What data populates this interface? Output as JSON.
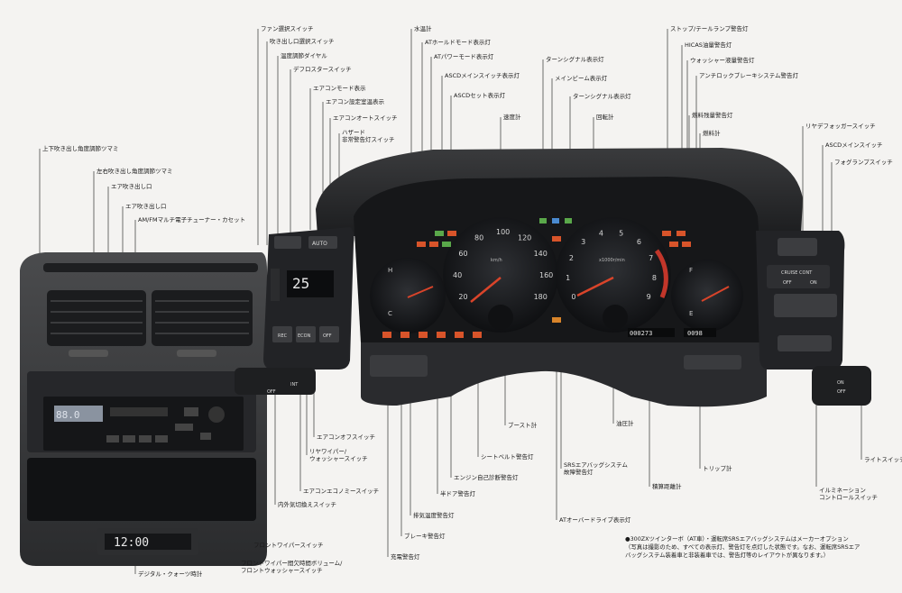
{
  "labels": {
    "fan_switch": "ファン選択スイッチ",
    "vent_select_switch": "吹き出し口選択スイッチ",
    "temp_dial": "温度調節ダイヤル",
    "defroster_switch": "デフロスタースイッチ",
    "ac_mode_display": "エアコンモード表示",
    "ac_temp_display": "エアコン設定室温表示",
    "ac_auto_switch": "エアコンオートスイッチ",
    "hazard_switch_1": "ハザード",
    "hazard_switch_2": "非常警告灯スイッチ",
    "updown_vent_knob": "上下吹き出し角度調節ツマミ",
    "lr_vent_knob": "左右吹き出し角度調節ツマミ",
    "air_vent_1": "エア吹き出し口",
    "air_vent_2": "エア吹き出し口",
    "radio": "AM/FMマルチ電子チューナー・カセット",
    "water_temp": "水温計",
    "at_hold": "ATホールドモード表示灯",
    "at_power": "ATパワーモード表示灯",
    "ascd_main_ind": "ASCDメインスイッチ表示灯",
    "ascd_set_ind": "ASCDセット表示灯",
    "speedometer": "速度計",
    "turn_signal_1": "ターンシグナル表示灯",
    "main_beam": "メインビーム表示灯",
    "turn_signal_2": "ターンシグナル表示灯",
    "tachometer": "回転計",
    "stop_tail_warn": "ストップ/テールランプ警告灯",
    "hicas_warn": "HICAS油量警告灯",
    "washer_warn": "ウォッシャー液量警告灯",
    "abs_warn": "アンチロックブレーキシステム警告灯",
    "fuel_warn": "燃料残量警告灯",
    "fuel_gauge": "燃料計",
    "rear_defog": "リヤデフォッガースイッチ",
    "ascd_main_sw": "ASCDメインスイッチ",
    "fog_lamp_sw": "フォグランプスイッチ",
    "ac_off_sw": "エアコンオフスイッチ",
    "rear_wiper_1": "リヤワイパー/",
    "rear_wiper_2": "ウォッシャースイッチ",
    "ac_eco_sw": "エアコンエコノミースイッチ",
    "recirc_sw": "内外気切換えスイッチ",
    "front_wiper": "フロントワイパースイッチ",
    "wiper_vol_1": "フロントワイパー間欠時間ボリューム/",
    "wiper_vol_2": "フロントウォッシャースイッチ",
    "clock": "デジタル・クォーツ時計",
    "boost_gauge": "ブースト計",
    "seatbelt_warn": "シートベルト警告灯",
    "engine_warn": "エンジン自己診断警告灯",
    "door_warn": "半ドア警告灯",
    "exhaust_warn": "排気温度警告灯",
    "brake_warn": "ブレーキ警告灯",
    "charge_warn": "充電警告灯",
    "oil_pressure": "油圧計",
    "srs_warn_1": "SRSエアバッグシステム",
    "srs_warn_2": "故障警告灯",
    "at_od_ind": "ATオーバードライブ表示灯",
    "odometer": "積算距離計",
    "trip_meter": "トリップ計",
    "light_sw": "ライトスイッチ",
    "illum_1": "イルミネーション",
    "illum_2": "コントロールスイッチ"
  },
  "caption": [
    "●300ZXツインターボ（AT車）・運転席SRSエアバッグシステムはメーカーオプション",
    "（写真は撮影のため、すべての表示灯、警告灯を点灯した状態です。なお、運転席SRSエア",
    "バッグシステム装着車と非装着車では、警告灯等のレイアウトが異なります。）"
  ],
  "display": {
    "ac_temp": "25",
    "clock": "12:00",
    "odometer": "000273",
    "trip": "0098",
    "radio_freq": "88.0",
    "speedo_unit": "km/h",
    "tacho_unit": "x1000r/min",
    "speedo_ticks": [
      "20",
      "40",
      "60",
      "80",
      "100",
      "120",
      "140",
      "160",
      "180"
    ],
    "tacho_ticks": [
      "0",
      "1",
      "2",
      "3",
      "4",
      "5",
      "6",
      "7",
      "8",
      "9"
    ],
    "water_ticks": [
      "H",
      "C"
    ],
    "fuel_ticks": [
      "F",
      "E"
    ],
    "ac_buttons": [
      "AUTO",
      "OFF",
      "REC",
      "ECON",
      "OFF"
    ],
    "cruise_labels": [
      "CRUISE CONT",
      "OFF",
      "ON"
    ],
    "wiper_marks": [
      "OFF",
      "INT",
      "ON",
      "OFF"
    ]
  }
}
